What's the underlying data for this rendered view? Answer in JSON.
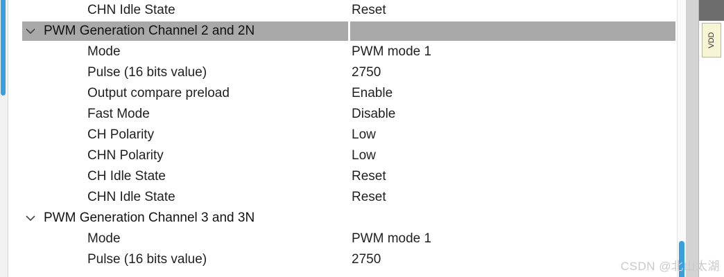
{
  "tree": {
    "top_row": {
      "name": "CHN Idle State",
      "value": "Reset"
    },
    "group_ch2": {
      "title": "PWM Generation Channel 2 and 2N",
      "rows": [
        {
          "name": "Mode",
          "value": "PWM mode 1"
        },
        {
          "name": "Pulse (16 bits value)",
          "value": "2750"
        },
        {
          "name": "Output compare preload",
          "value": "Enable"
        },
        {
          "name": "Fast Mode",
          "value": "Disable"
        },
        {
          "name": "CH Polarity",
          "value": "Low"
        },
        {
          "name": "CHN Polarity",
          "value": "Low"
        },
        {
          "name": "CH Idle State",
          "value": "Reset"
        },
        {
          "name": "CHN Idle State",
          "value": "Reset"
        }
      ]
    },
    "group_ch3": {
      "title": "PWM Generation Channel 3 and 3N",
      "rows": [
        {
          "name": "Mode",
          "value": "PWM mode 1"
        },
        {
          "name": "Pulse (16 bits value)",
          "value": "2750"
        }
      ]
    }
  },
  "pinout": {
    "pin_label": "VDD"
  },
  "watermark": "CSDN @北山太湖",
  "colors": {
    "accent": "#39a0e0",
    "selected_row": "#a9a9a9",
    "pin_fill": "#f6f6d4"
  }
}
